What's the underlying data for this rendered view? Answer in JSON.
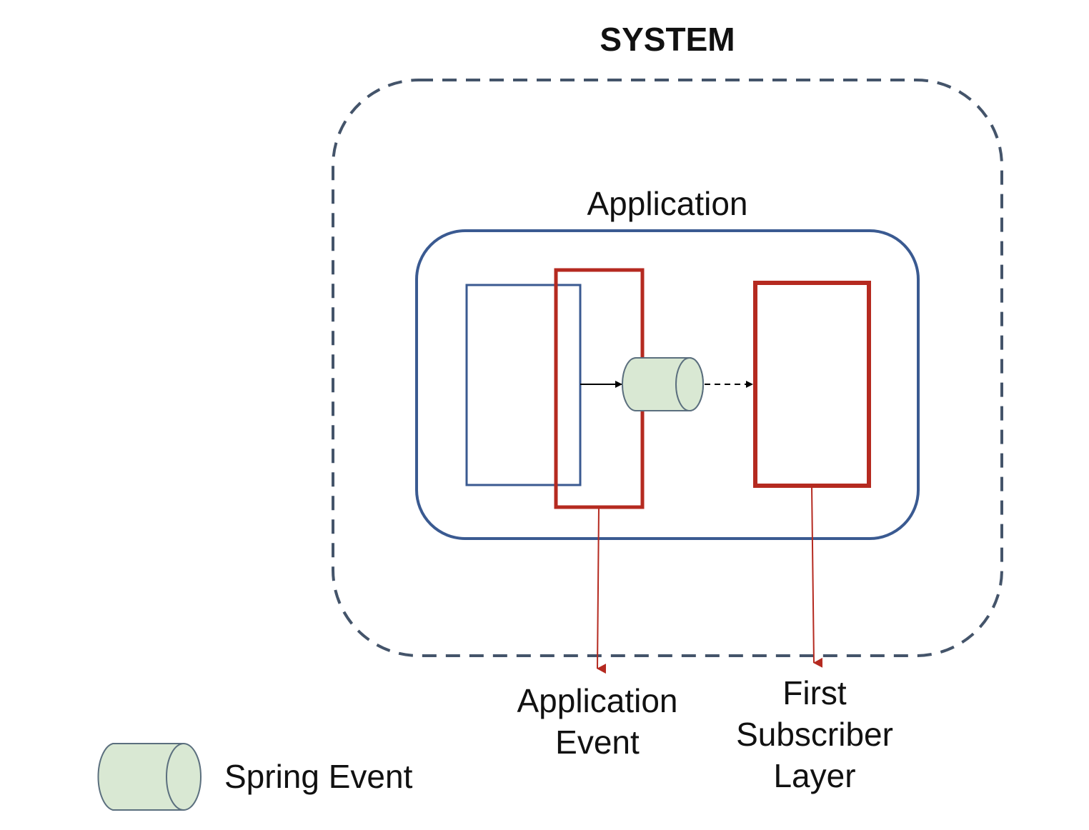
{
  "title": "SYSTEM",
  "application_label": "Application",
  "callouts": {
    "application_event": [
      "Application",
      "Event"
    ],
    "first_subscriber_layer": [
      "First",
      "Subscriber",
      "Layer"
    ]
  },
  "legend": {
    "spring_event_label": "Spring Event"
  },
  "colors": {
    "system_border": "#44546a",
    "application_border": "#3a5a91",
    "publisher_border": "#3a5a91",
    "highlight_red": "#b52a20",
    "event_fill": "#d9e8d3",
    "event_stroke": "#5b6f7e",
    "arrow": "#000000"
  }
}
